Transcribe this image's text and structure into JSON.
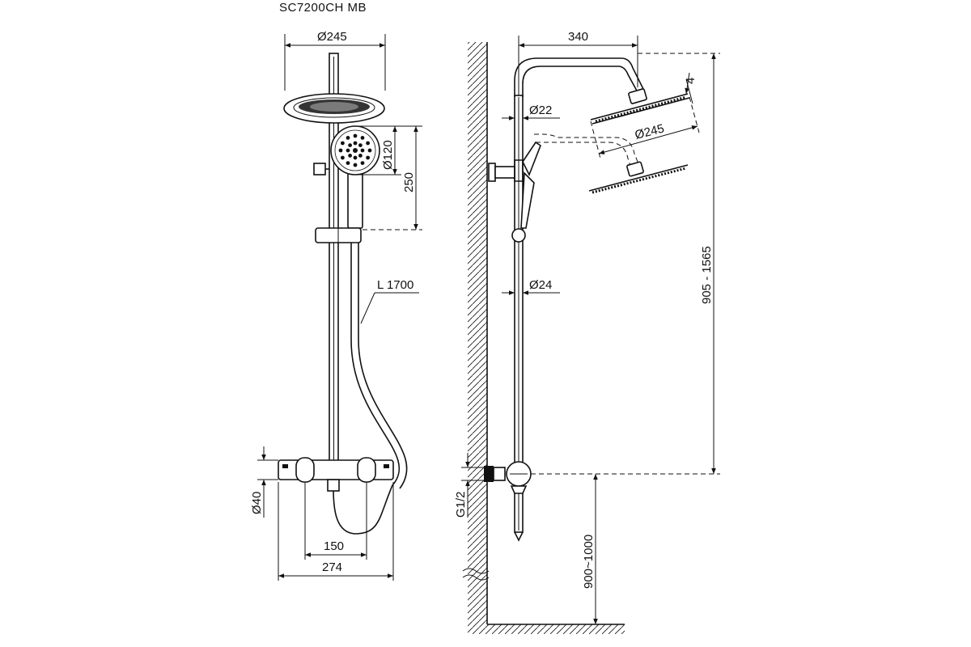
{
  "title": "SC7200CH MB",
  "front_view": {
    "dim_head_diameter": "Ø245",
    "dim_hand_diameter": "Ø120",
    "dim_hand_height": "250",
    "dim_hose_length": "L 1700",
    "dim_mixer_diameter": "Ø40",
    "dim_inlet_spacing": "150",
    "dim_total_width": "274"
  },
  "side_view": {
    "dim_arm_reach": "340",
    "dim_head_thickness": "4",
    "dim_arm_diameter": "Ø22",
    "dim_head_diameter": "Ø245",
    "dim_rail_diameter": "Ø24",
    "dim_adjust_range": "905 - 1565",
    "dim_inlet_thread": "G1/2",
    "dim_install_height": "900~1000"
  }
}
